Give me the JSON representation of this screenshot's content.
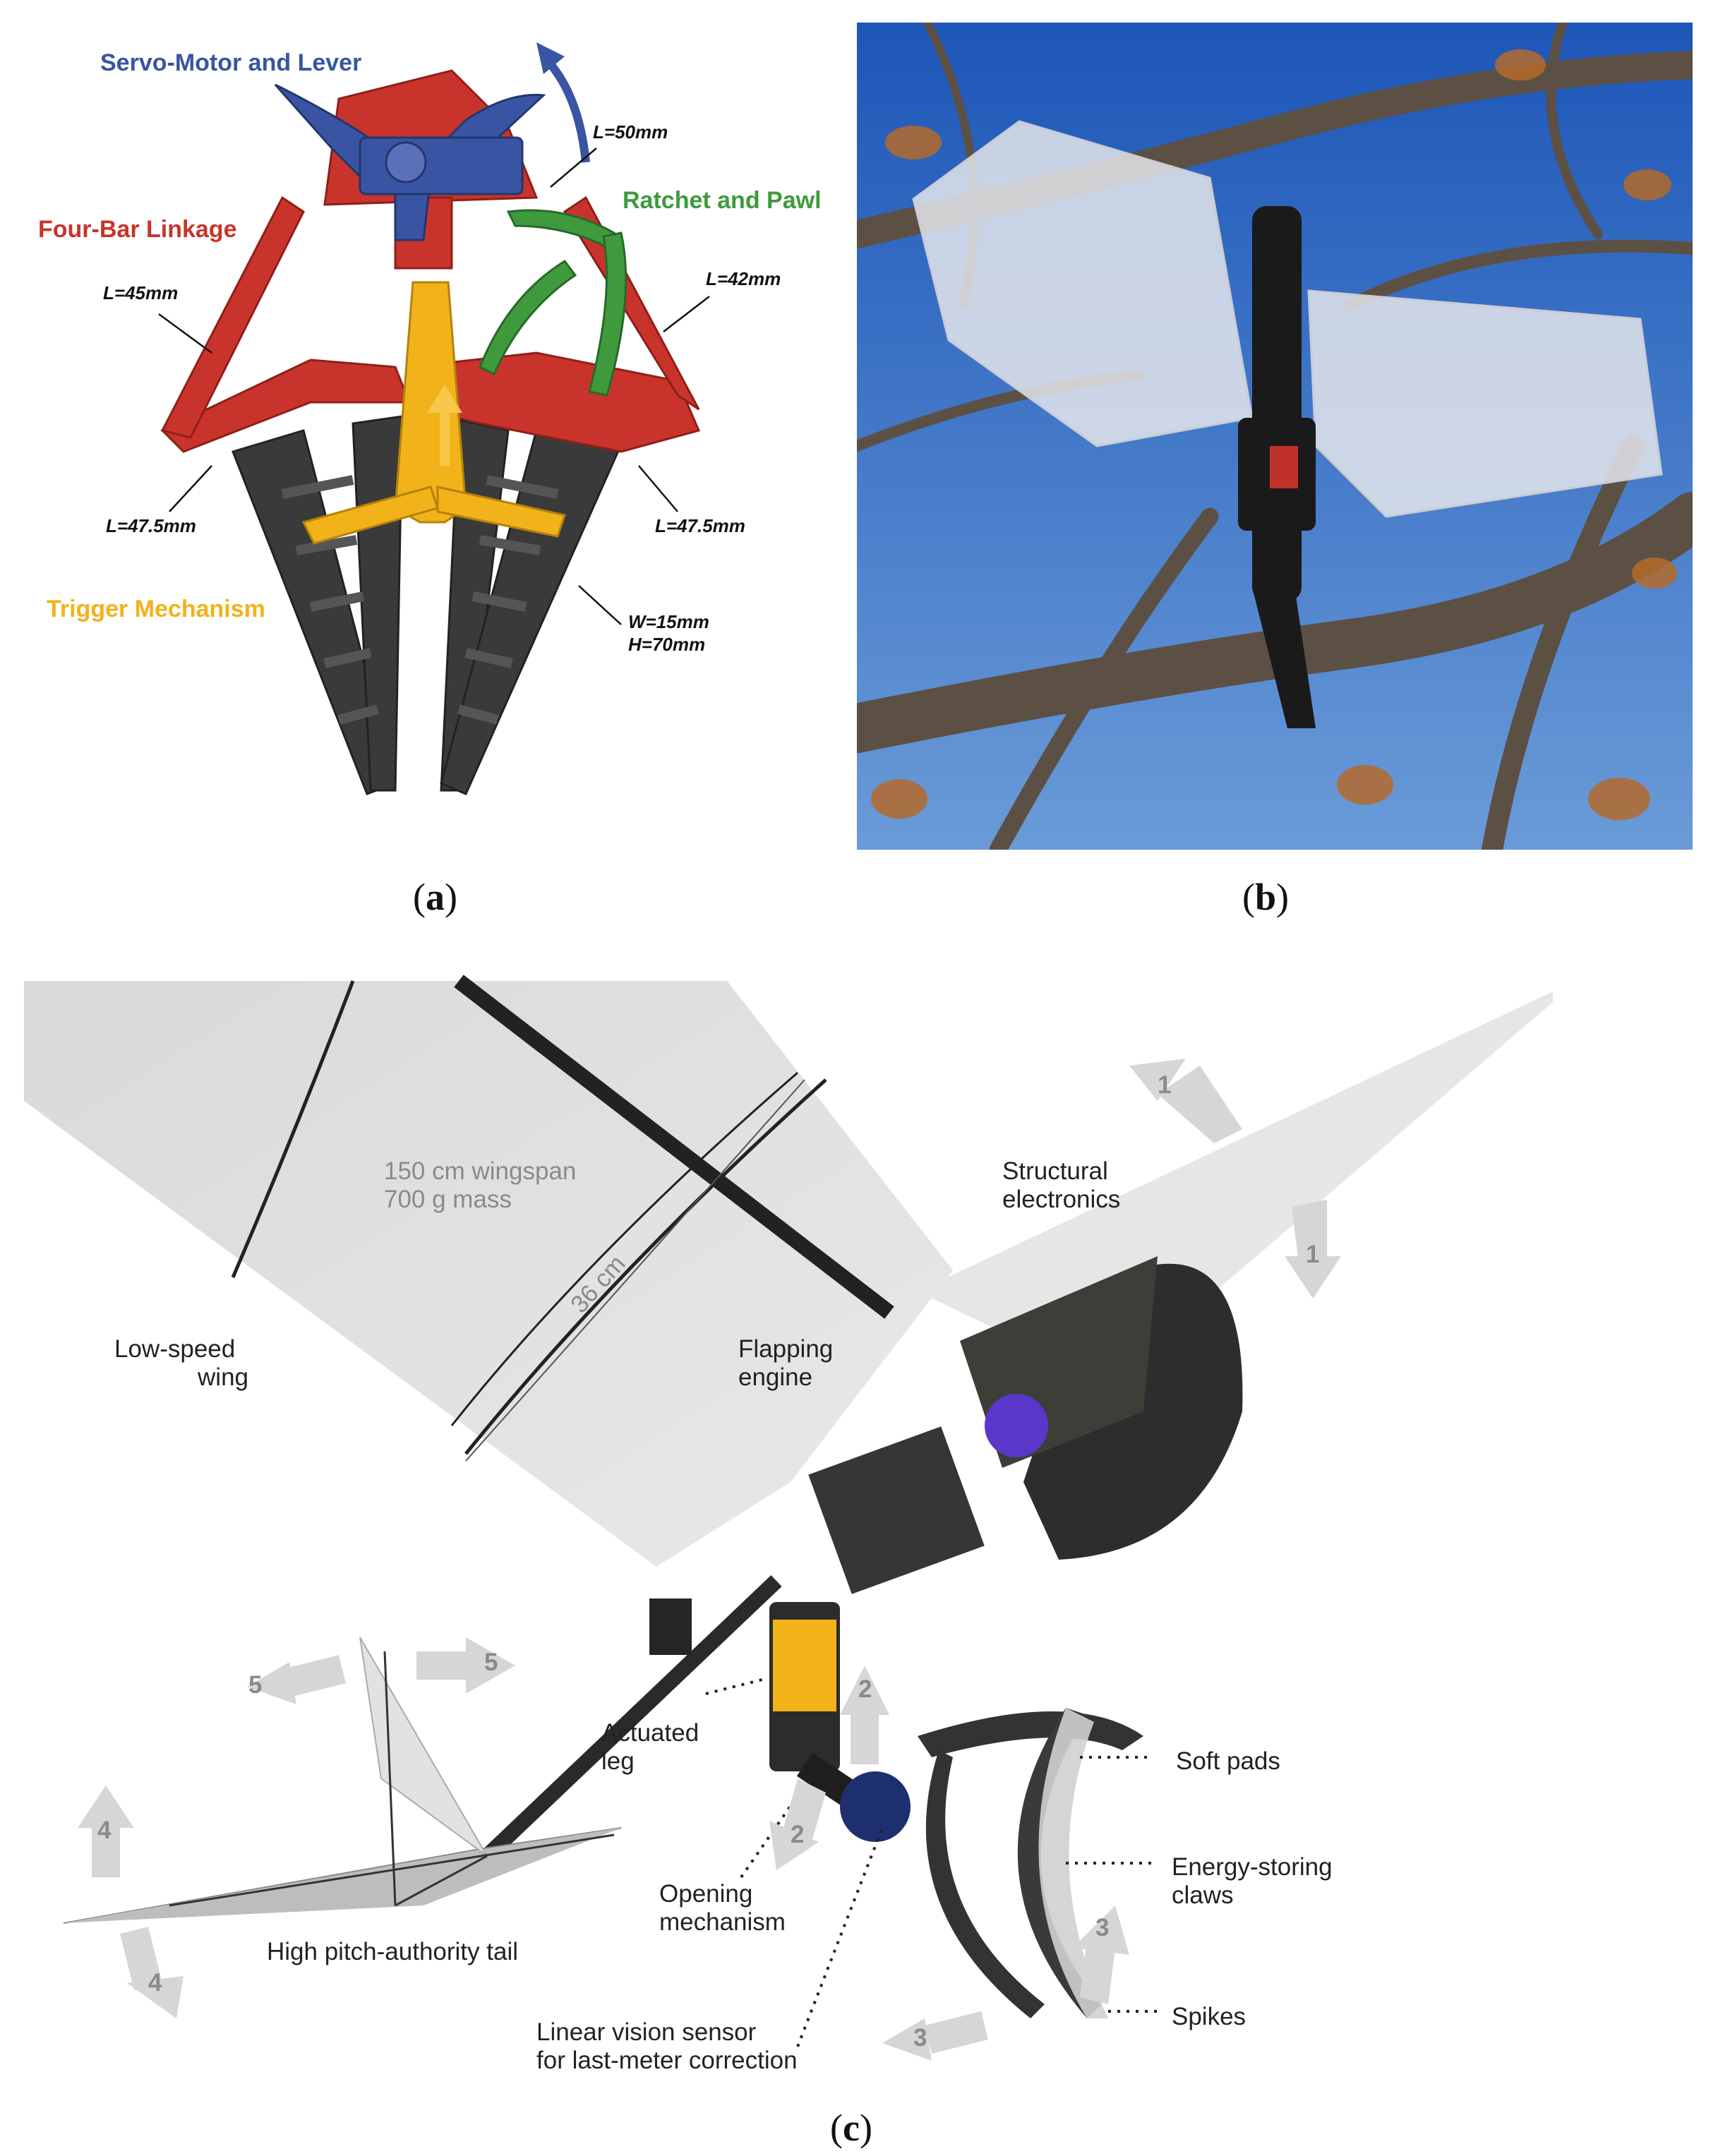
{
  "panel_a": {
    "labels": {
      "servo": "Servo-Motor and Lever",
      "four_bar": "Four-Bar Linkage",
      "ratchet": "Ratchet and Pawl",
      "trigger": "Trigger Mechanism"
    },
    "dims": {
      "l50": "L=50mm",
      "l45": "L=45mm",
      "l42": "L=42mm",
      "l475_left": "L=47.5mm",
      "l475_right": "L=47.5mm",
      "w15": "W=15mm",
      "h70": "H=70mm"
    },
    "colors": {
      "servo": "#3a54a4",
      "four_bar": "#c8342b",
      "ratchet": "#3f9a3d",
      "trigger": "#f2b21a"
    }
  },
  "panel_c": {
    "labels": {
      "wingspan": "150 cm wingspan",
      "mass": "700 g mass",
      "chord": "36 cm",
      "structural_1": "Structural",
      "structural_2": "electronics",
      "wing_1": "Low-speed",
      "wing_2": "wing",
      "engine_1": "Flapping",
      "engine_2": "engine",
      "leg_1": "Actuated",
      "leg_2": "leg",
      "soft_pads": "Soft pads",
      "claws_1": "Energy-storing",
      "claws_2": "claws",
      "opening_1": "Opening",
      "opening_2": "mechanism",
      "spikes": "Spikes",
      "tail": "High pitch-authority tail",
      "vision_1": "Linear vision sensor",
      "vision_2": "for last-meter correction"
    },
    "arrows": [
      "1",
      "1",
      "2",
      "2",
      "3",
      "3",
      "4",
      "4",
      "5",
      "5"
    ]
  },
  "captions": {
    "a": "a",
    "b": "b",
    "c": "c"
  }
}
